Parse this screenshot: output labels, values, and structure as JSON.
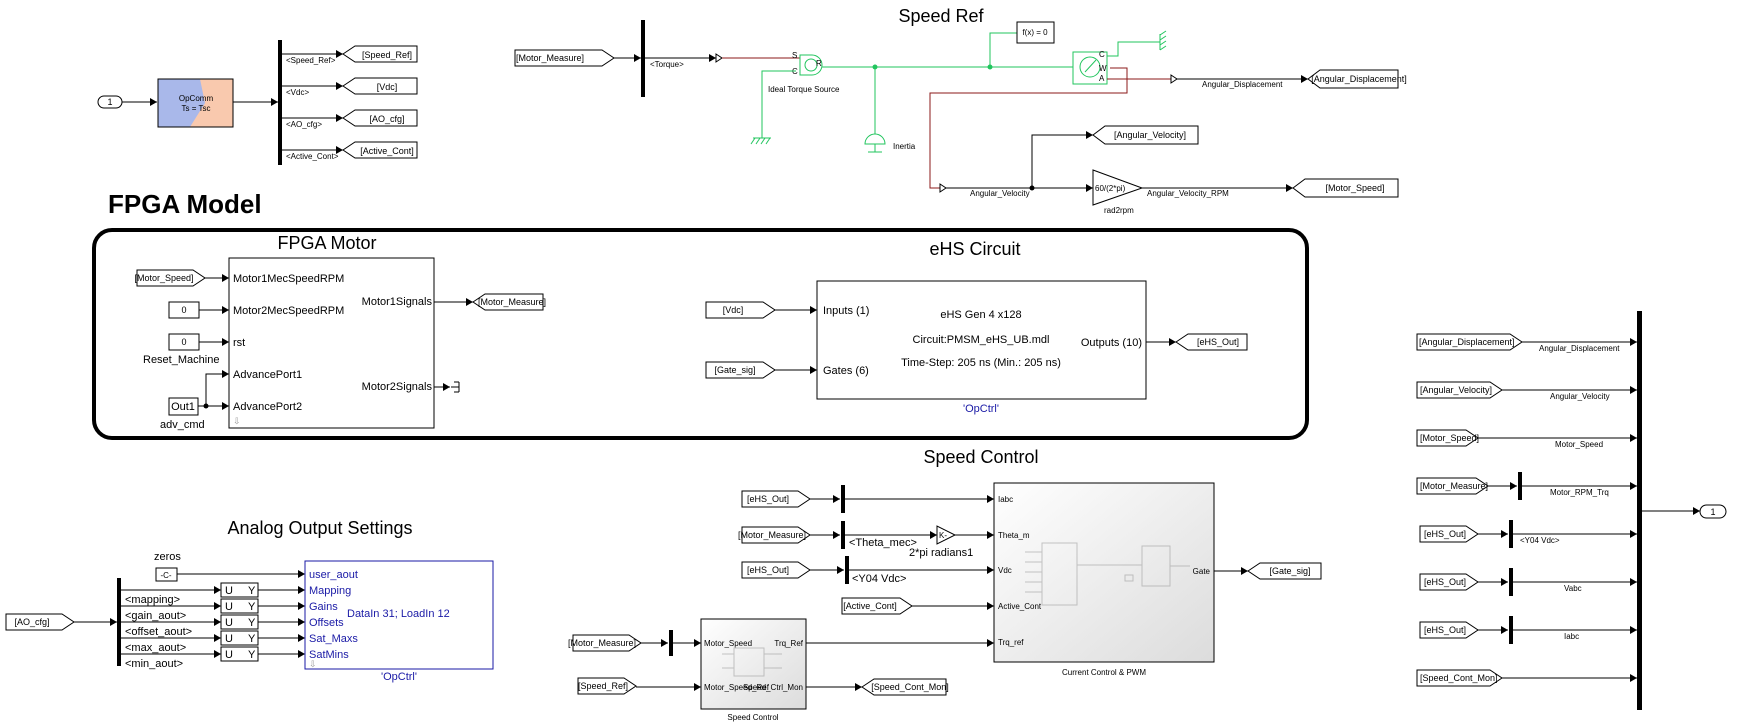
{
  "titles": {
    "speed_ref": "Speed Ref",
    "fpga_model": "FPGA Model",
    "fpga_motor": "FPGA Motor",
    "ehs_circuit": "eHS  Circuit",
    "speed_control": "Speed Control",
    "analog_output": "Analog Output Settings"
  },
  "top_left": {
    "inport": "1",
    "opcomm_line1": "OpComm",
    "opcomm_line2": "Ts = Tsc",
    "bus": [
      "<Speed_Ref>",
      "<Vdc>",
      "<AO_cfg>",
      "<Active_Cont>"
    ],
    "gotos": [
      "[Speed_Ref]",
      "[Vdc]",
      "[AO_cfg]",
      "[Active_Cont]"
    ]
  },
  "speed_ref": {
    "from_motor_measure": "[Motor_Measure]",
    "torque": "<Torque>",
    "ideal_torque_source": "Ideal Torque Source",
    "inertia": "Inertia",
    "fx": "f(x) = 0",
    "s": "S",
    "c": "C",
    "r": "R",
    "w": "W",
    "a": "A",
    "angular_displacement": "Angular_Displacement",
    "goto_angular_displacement": "[Angular_Displacement]",
    "goto_angular_velocity": "[Angular_Velocity]",
    "angular_velocity": "Angular_Velocity",
    "gain": "60/(2*pi)",
    "rad2rpm": "rad2rpm",
    "angular_velocity_rpm": "Angular_Velocity_RPM",
    "goto_motor_speed": "[Motor_Speed]"
  },
  "fpga_motor": {
    "from_motor_speed": "[Motor_Speed]",
    "const0a": "0",
    "const0b": "0",
    "reset_machine": "Reset_Machine",
    "out1": "Out1",
    "adv_cmd": "adv_cmd",
    "in_ports": [
      "Motor1MecSpeedRPM",
      "Motor2MecSpeedRPM",
      "rst",
      "AdvancePort1",
      "AdvancePort2"
    ],
    "out_ports": [
      "Motor1Signals",
      "Motor2Signals"
    ],
    "goto_motor_measure": "[Motor_Measure]"
  },
  "ehs": {
    "from_vdc": "[Vdc]",
    "from_gate_sig": "[Gate_sig]",
    "inputs": "Inputs (1)",
    "gates": "Gates (6)",
    "outputs": "Outputs (10)",
    "line1": "eHS Gen 4 x128",
    "line2": "Circuit:PMSM_eHS_UB.mdl",
    "line3": "Time-Step: 205 ns  (Min.: 205 ns)",
    "label": "'OpCtrl'",
    "goto_ehs_out": "[eHS_Out]"
  },
  "speed_control": {
    "from_ehs_out1": "[eHS_Out]",
    "from_motor_measure": "[Motor_Measure]",
    "theta_mec": "<Theta_mec>",
    "k": "K-",
    "two_pi": "2*pi radians1",
    "from_ehs_out2": "[eHS_Out]",
    "y04": "<Y04 Vdc>",
    "from_active_cont": "[Active_Cont]",
    "ccp_ports": [
      "Iabc",
      "Theta_m",
      "Vdc",
      "Active_Cont",
      "Trq_ref"
    ],
    "gate": "Gate",
    "goto_gate_sig": "[Gate_sig]",
    "ccp_label": "Current Control & PWM",
    "from_motor_measure2": "[Motor_Measure]",
    "from_speed_ref": "[Speed_Ref]",
    "sc_in": [
      "Motor_Speed",
      "Motor_Speed_Ref"
    ],
    "sc_out": [
      "Trq_Ref",
      "Speed_Ctrl_Mon"
    ],
    "sc_label": "Speed Control",
    "goto_speed_cont_mon": "[Speed_Cont_Mon]"
  },
  "analog": {
    "zeros": "zeros",
    "c": "-C-",
    "from_ao_cfg": "[AO_cfg]",
    "bus": [
      "<mapping>",
      "<gain_aout>",
      "<offset_aout>",
      "<max_aout>",
      "<min_aout>"
    ],
    "u": "U",
    "y": "Y",
    "ports": [
      "user_aout",
      "Mapping",
      "Gains",
      "Offsets",
      "Sat_Maxs",
      "SatMins"
    ],
    "datain": "DataIn 31; LoadIn 12",
    "label": "'OpCtrl'"
  },
  "right_mux": {
    "froms": [
      "[Angular_Displacement]",
      "[Angular_Velocity]",
      "[Motor_Speed]",
      "[Motor_Measure]",
      "[eHS_Out]",
      "[eHS_Out]",
      "[eHS_Out]",
      "[Speed_Cont_Mon]"
    ],
    "labels": [
      "Angular_Displacement",
      "Angular_Velocity",
      "Motor_Speed",
      "Motor_RPM_Trq",
      "<Y04 Vdc>",
      "Vabc",
      "Iabc"
    ],
    "outport": "1"
  },
  "colors": {
    "green": "#22c55e",
    "darkred": "#8b1a1a",
    "opcomm_left": "#a9b8ea",
    "opcomm_right": "#f9c9ae",
    "blue": "#1a1aa6"
  }
}
